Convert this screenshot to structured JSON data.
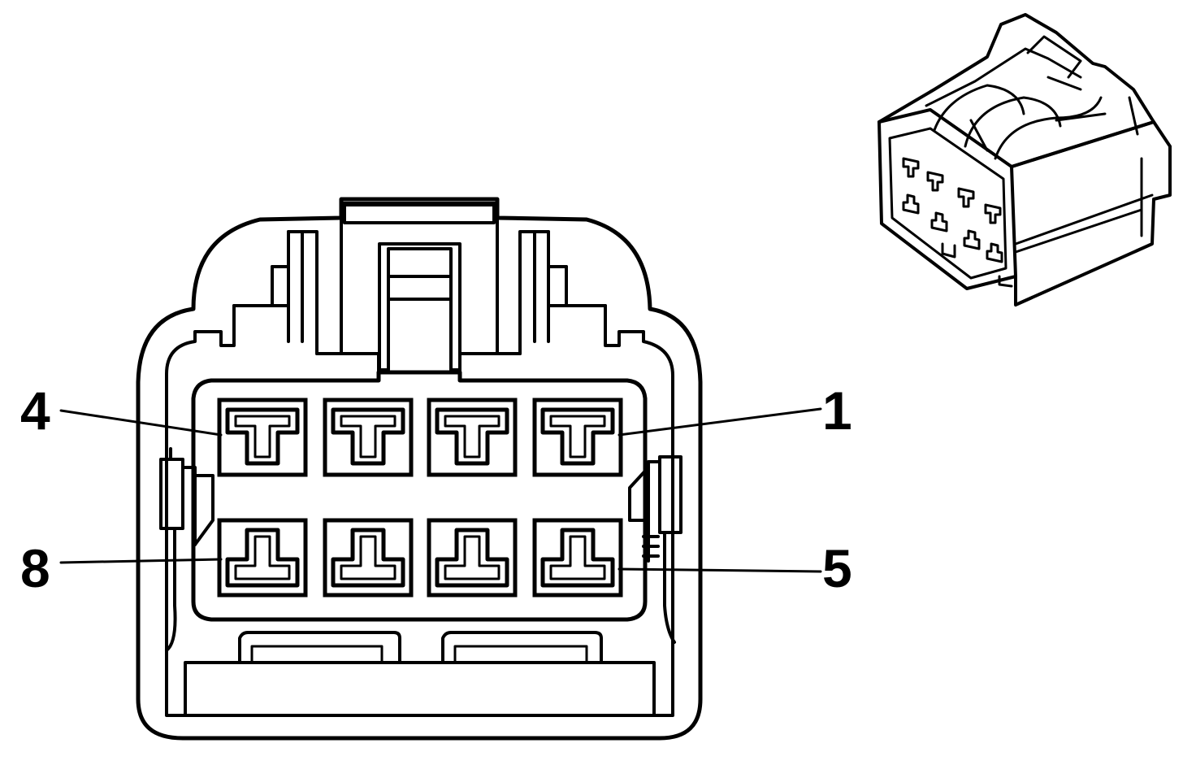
{
  "diagram": {
    "ink_color": "#000000",
    "background_color": "#ffffff",
    "pin_labels": [
      {
        "id": "pin-4",
        "text": "4"
      },
      {
        "id": "pin-1",
        "text": "1"
      },
      {
        "id": "pin-8",
        "text": "8"
      },
      {
        "id": "pin-5",
        "text": "5"
      }
    ],
    "cavity_rows": [
      {
        "row": "top",
        "count": 4,
        "shape": "t-slot"
      },
      {
        "row": "bottom",
        "count": 4,
        "shape": "inverted-t-slot"
      }
    ],
    "inset_view": {
      "description_icon": "connector-isometric-icon",
      "cavities": 8
    }
  }
}
